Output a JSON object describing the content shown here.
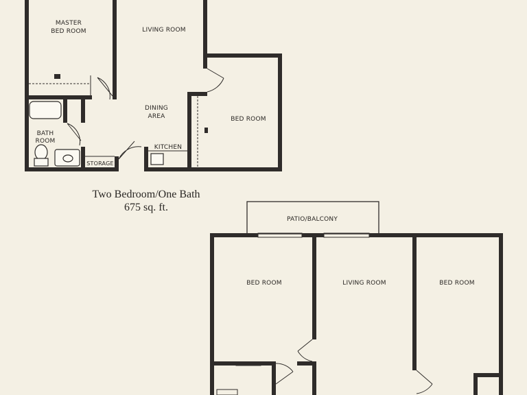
{
  "plan_a": {
    "rooms": {
      "master_line1": "MASTER",
      "master_line2": "BED ROOM",
      "living": "LIVING ROOM",
      "dining_line1": "DINING",
      "dining_line2": "AREA",
      "bedroom": "BED ROOM",
      "bath_line1": "BATH",
      "bath_line2": "ROOM",
      "kitchen": "KITCHEN",
      "storage": "STORAGE"
    },
    "caption_line1": "Two Bedroom/One Bath",
    "caption_line2": "675 sq. ft."
  },
  "plan_b": {
    "rooms": {
      "patio": "PATIO/BALCONY",
      "bedroom_left": "BED ROOM",
      "living": "LIVING ROOM",
      "bedroom_right": "BED ROOM"
    }
  },
  "colors": {
    "background": "#f4f0e4",
    "walls": "#2f2c2a"
  }
}
